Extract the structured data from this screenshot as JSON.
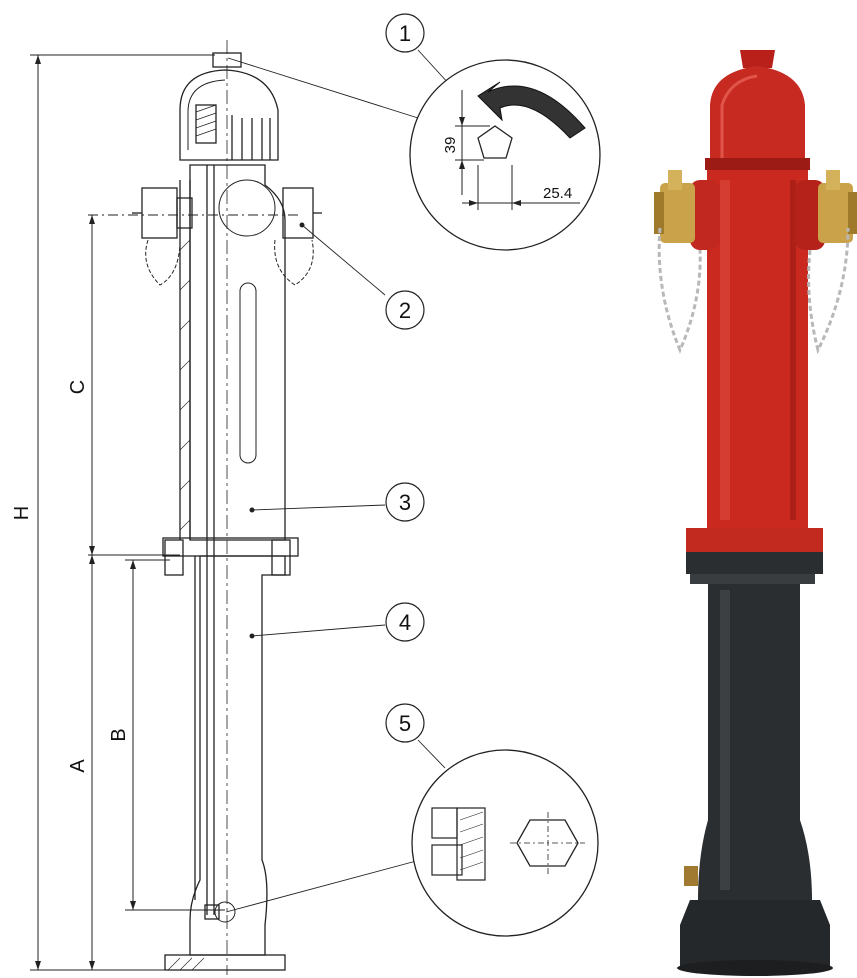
{
  "callouts": [
    {
      "number": "1"
    },
    {
      "number": "2"
    },
    {
      "number": "3"
    },
    {
      "number": "4"
    },
    {
      "number": "5"
    }
  ],
  "dimensions": {
    "H": "H",
    "A": "A",
    "B": "B",
    "C": "C"
  },
  "detail_1": {
    "height_value": "39",
    "width_value": "25.4"
  },
  "colors": {
    "hydrant_body": "#c4271e",
    "hydrant_base": "#2b2e30",
    "brass": "#c9a24a",
    "chain": "#b8b8b8"
  },
  "icons": {
    "pentagon": "pentagon-nut-icon",
    "hexagon": "hexagon-nut-icon",
    "rotation": "rotation-arrow-icon"
  }
}
